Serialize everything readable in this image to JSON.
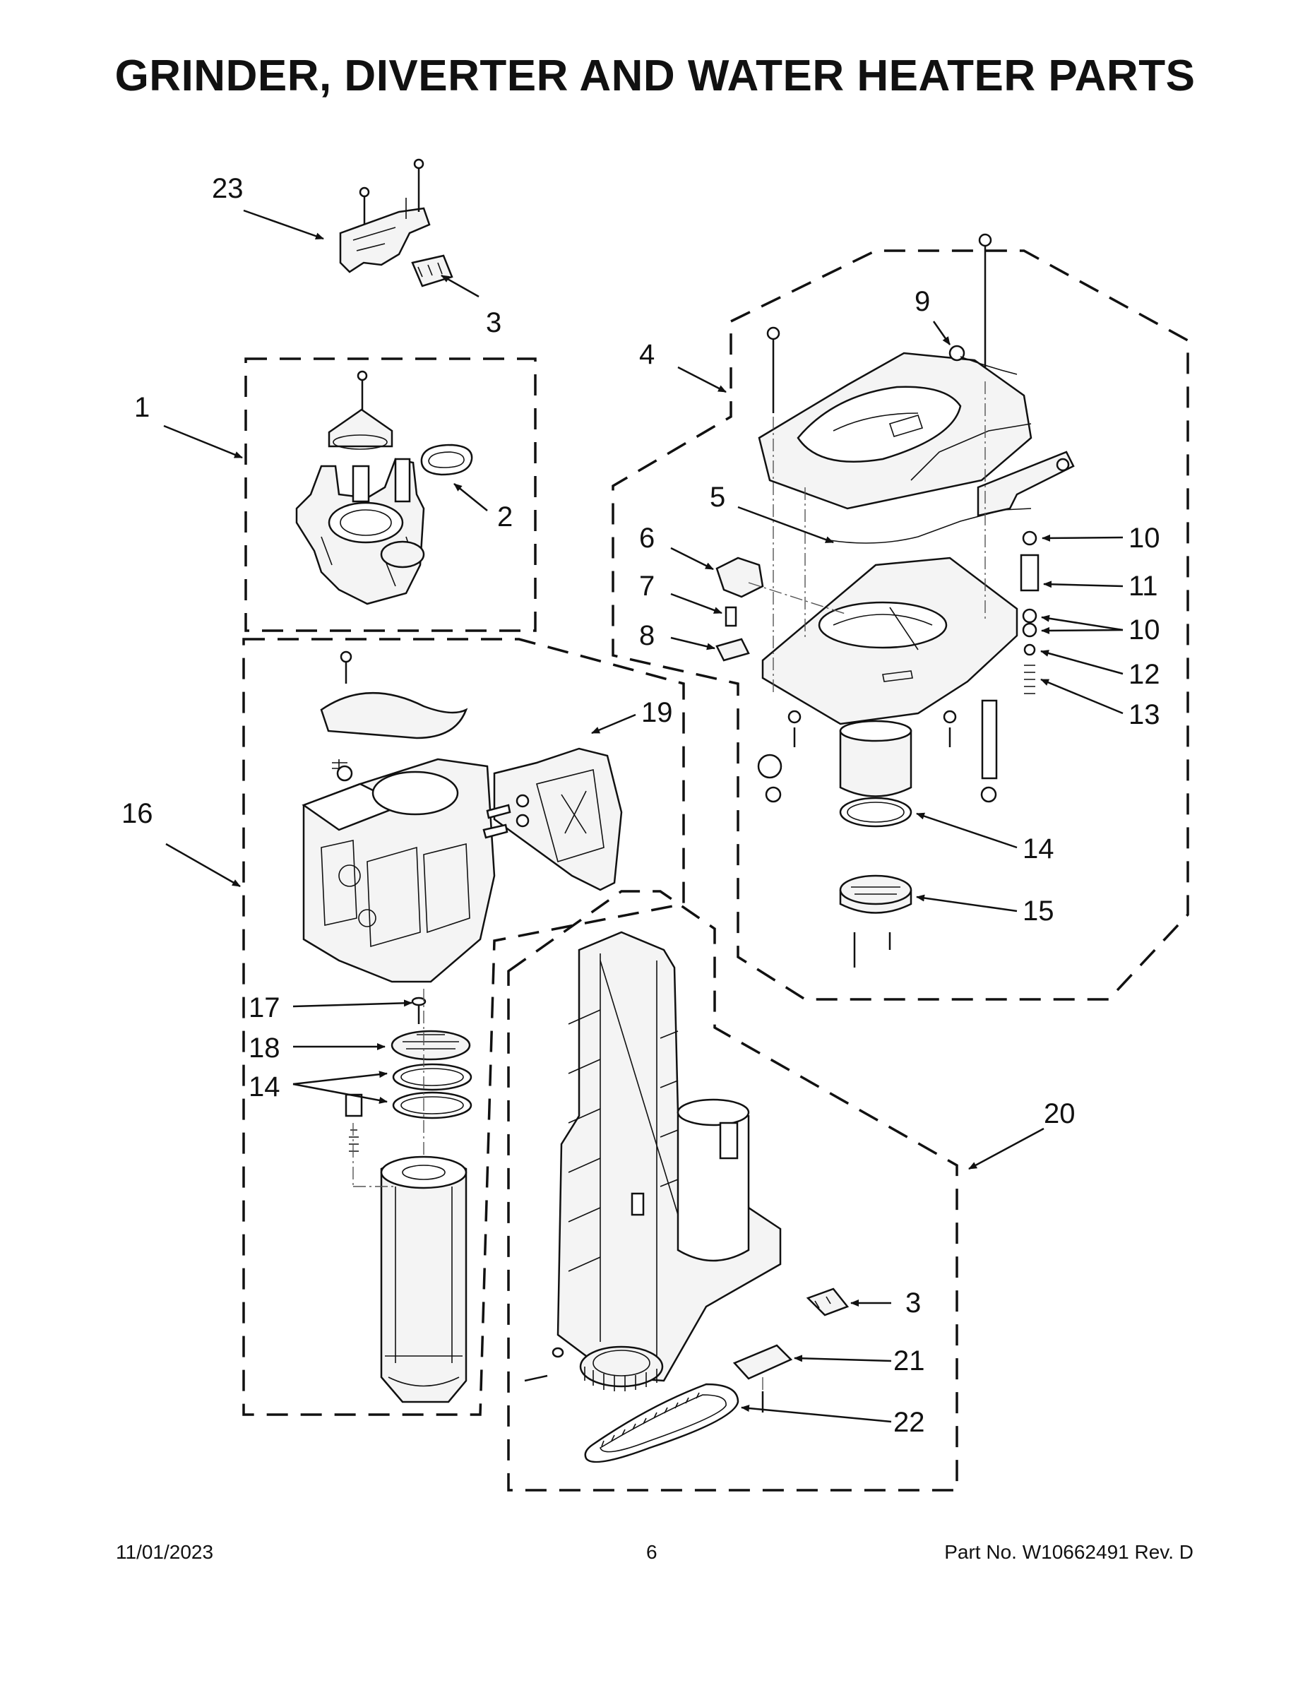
{
  "title": "GRINDER, DIVERTER AND WATER HEATER PARTS",
  "callouts": {
    "c1": "1",
    "c2": "2",
    "c3_top": "3",
    "c3_right": "3",
    "c4": "4",
    "c5": "5",
    "c6": "6",
    "c7": "7",
    "c8": "8",
    "c9": "9",
    "c10_a": "10",
    "c10_b": "10",
    "c11": "11",
    "c12": "12",
    "c13": "13",
    "c14_right": "14",
    "c14_left": "14",
    "c15": "15",
    "c16": "16",
    "c17": "17",
    "c18": "18",
    "c19": "19",
    "c20": "20",
    "c21": "21",
    "c22": "22",
    "c23": "23"
  },
  "footer": {
    "date": "11/01/2023",
    "page": "6",
    "part_no": "Part No.  W10662491  Rev.  D"
  }
}
